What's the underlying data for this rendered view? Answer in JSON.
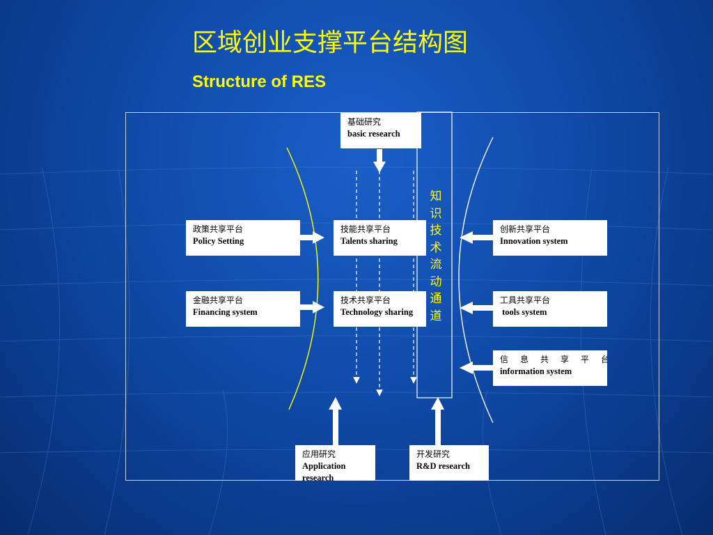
{
  "slide": {
    "title_cn": "区域创业支撑平台结构图",
    "title_en": "Structure of RES"
  },
  "boxes": {
    "basic_research": {
      "cn": "基础研究",
      "en": "basic research"
    },
    "policy": {
      "cn": "政策共享平台",
      "en": "Policy Setting"
    },
    "financing": {
      "cn": "金融共享平台",
      "en": "Financing system"
    },
    "talents": {
      "cn": "技能共享平台",
      "en": "Talents sharing"
    },
    "technology": {
      "cn": "技术共享平台",
      "en": "Technology sharing"
    },
    "innovation": {
      "cn": "创新共享平台",
      "en": "Innovation system"
    },
    "tools": {
      "cn": "工具共享平台",
      "en": " tools system"
    },
    "information": {
      "cn": "信息共享平台",
      "en": "information system"
    },
    "application": {
      "cn": "应用研究",
      "en": "Application research"
    },
    "rd": {
      "cn": "开发研究",
      "en": "R&D research"
    }
  },
  "channel": {
    "label": "知识技术流动通道"
  },
  "colors": {
    "background": "#0f4aa8",
    "title": "#ffff00",
    "left_arc": "#ffff00",
    "right_arc": "#ffffff",
    "box": "#ffffff"
  }
}
